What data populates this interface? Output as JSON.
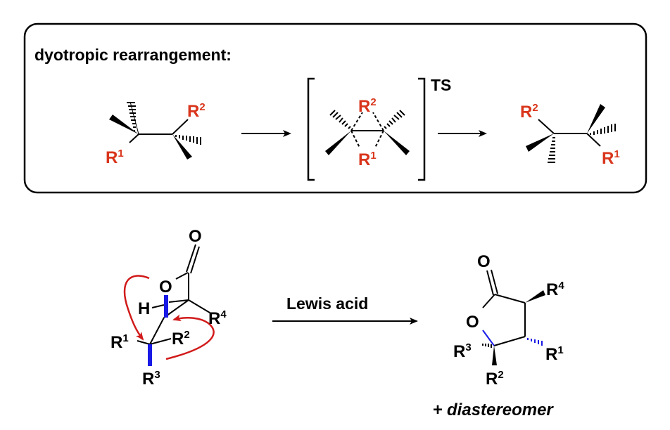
{
  "box": {
    "title": "dyotropic rearrangement:",
    "ts_label": "TS"
  },
  "reactant": {
    "r1": "R",
    "r1_sup": "1",
    "r2": "R",
    "r2_sup": "2"
  },
  "transition_state": {
    "r1": "R",
    "r1_sup": "1",
    "r2": "R",
    "r2_sup": "2"
  },
  "product": {
    "r1": "R",
    "r1_sup": "1",
    "r2": "R",
    "r2_sup": "2"
  },
  "lactone": {
    "o_carbonyl": "O",
    "o_ring": "O",
    "h": "H",
    "r1": "R",
    "r1_sup": "1",
    "r2": "R",
    "r2_sup": "2",
    "r3": "R",
    "r3_sup": "3",
    "r4": "R",
    "r4_sup": "4"
  },
  "reaction_arrow": {
    "reagent": "Lewis acid"
  },
  "product_lactone": {
    "o_carbonyl": "O",
    "o_ring": "O",
    "r1": "R",
    "r1_sup": "1",
    "r2": "R",
    "r2_sup": "2",
    "r3": "R",
    "r3_sup": "3",
    "r4": "R",
    "r4_sup": "4",
    "note_plus": "+",
    "note": "diastereomer"
  },
  "colors": {
    "substituent_red": "#d9351c",
    "bond_blue": "#1a1ae6",
    "arrow_red": "#d11a1a",
    "ink": "#000000"
  }
}
